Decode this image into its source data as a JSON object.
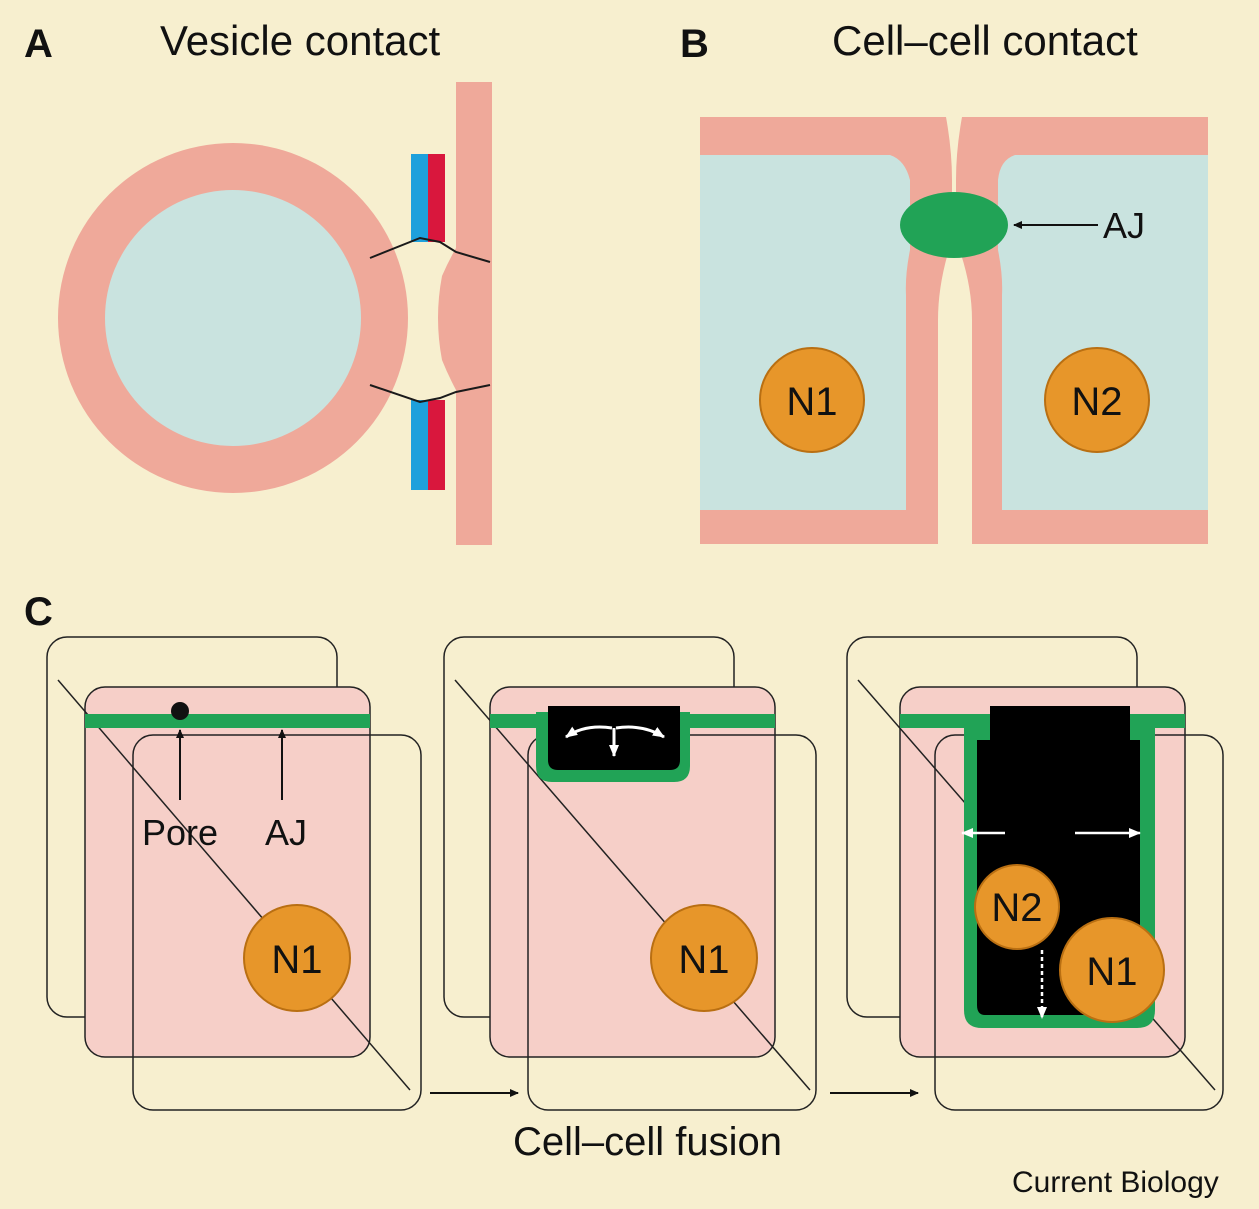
{
  "colors": {
    "background": "#f7efcf",
    "membrane": "#efa99a",
    "cytoplasm": "#c9e3df",
    "cell_fill": "#f6cfc8",
    "nucleus": "#e7962a",
    "junction": "#21a356",
    "blue_protein": "#1ea0dc",
    "red_protein": "#d9173d",
    "fused_region": "#000000"
  },
  "panel_a": {
    "letter": "A",
    "title": "Vesicle contact"
  },
  "panel_b": {
    "letter": "B",
    "title": "Cell–cell contact",
    "aj_label": "AJ",
    "nucleus_1": "N1",
    "nucleus_2": "N2"
  },
  "panel_c": {
    "letter": "C",
    "pore_label": "Pore",
    "aj_label": "AJ",
    "stage1_nucleus": "N1",
    "stage2_nucleus": "N1",
    "stage3_nucleus_1": "N1",
    "stage3_nucleus_2": "N2",
    "caption": "Cell–cell fusion"
  },
  "credit": "Current Biology"
}
